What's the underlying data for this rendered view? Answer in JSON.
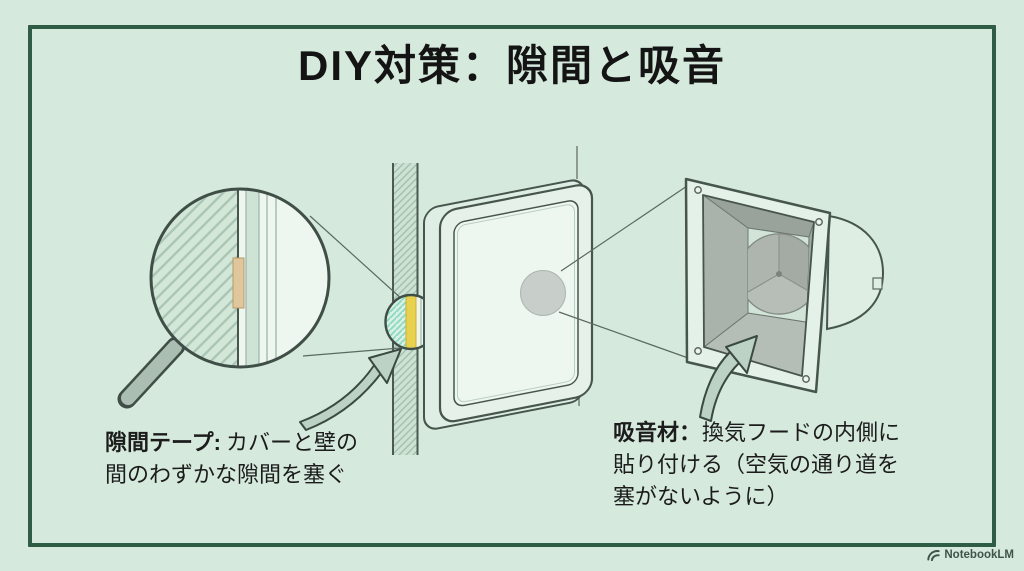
{
  "slide": {
    "title": "DIY対策：隙間と吸音"
  },
  "labels": {
    "gap_tape": {
      "term": "隙間テープ:",
      "line1_rest": "カバーと壁の",
      "line2": "間のわずかな隙間を塞ぐ"
    },
    "sound_absorber": {
      "term": "吸音材：",
      "line1_rest": "換気フードの内側に",
      "line2": "貼り付ける（空気の通り道を",
      "line3": "塞がないように）"
    }
  },
  "footer": {
    "brand": "NotebookLM"
  },
  "colors": {
    "background": "#d5e9dc",
    "frame_border": "#2e5c45",
    "title_text": "#141414",
    "label_text": "#1c1c1c",
    "line_art": "#47564d",
    "gap_tape_beige": "#e0c69c",
    "gap_tape_yellow": "#e8d14f",
    "absorber_gray": "#a9b3ab",
    "footer_text": "#41534a"
  }
}
